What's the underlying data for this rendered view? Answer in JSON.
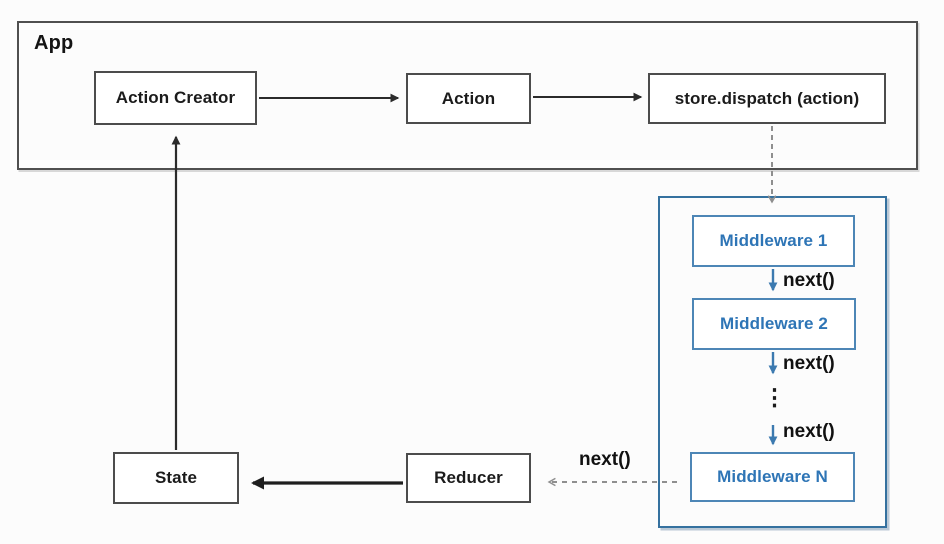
{
  "diagram": {
    "app": {
      "label": "App"
    },
    "nodes": {
      "action_creator": "Action Creator",
      "action": "Action",
      "store_dispatch": "store.dispatch (action)",
      "middleware_1": "Middleware 1",
      "middleware_2": "Middleware 2",
      "middleware_n": "Middleware N",
      "state": "State",
      "reducer": "Reducer"
    },
    "edge_labels": {
      "next_1": "next()",
      "next_2": "next()",
      "next_3": "next()",
      "next_to_reducer": "next()",
      "ellipsis": "⋮"
    },
    "colors": {
      "middleware_text_blue": "#2e75b6",
      "middleware_box_border_blue": "#4d86b6",
      "middleware_container_border_blue": "#35719f",
      "node_border_gray": "#4c4c4c",
      "arrow_dark": "#2b2b2b",
      "arrow_dashed_gray": "#8f8f8f",
      "background": "#fcfcfc"
    }
  }
}
